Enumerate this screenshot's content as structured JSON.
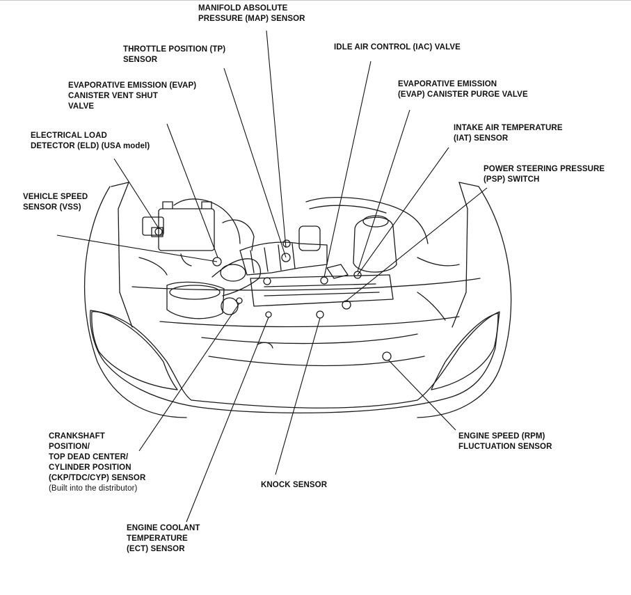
{
  "labels": {
    "map": [
      "MANIFOLD ABSOLUTE",
      "PRESSURE (MAP) SENSOR"
    ],
    "tp": [
      "THROTTLE POSITION (TP)",
      "SENSOR"
    ],
    "iac": [
      "IDLE AIR CONTROL (IAC) VALVE"
    ],
    "evap_vent": [
      "EVAPORATIVE EMISSION (EVAP)",
      "CANISTER VENT SHUT",
      "VALVE"
    ],
    "evap_purge": [
      "EVAPORATIVE EMISSION",
      "(EVAP) CANISTER PURGE VALVE"
    ],
    "eld": [
      "ELECTRICAL LOAD",
      "DETECTOR (ELD) (USA model)"
    ],
    "iat": [
      "INTAKE AIR TEMPERATURE",
      "(IAT) SENSOR"
    ],
    "psp": [
      "POWER STEERING PRESSURE",
      "(PSP) SWITCH"
    ],
    "vss": [
      "VEHICLE SPEED",
      "SENSOR (VSS)"
    ],
    "ckp": [
      "CRANKSHAFT",
      "POSITION/",
      "TOP DEAD CENTER/",
      "CYLINDER POSITION",
      "(CKP/TDC/CYP) SENSOR"
    ],
    "ckp_note": "(Built into the distributor)",
    "knock": [
      "KNOCK SENSOR"
    ],
    "rpm": [
      "ENGINE SPEED (RPM)",
      "FLUCTUATION SENSOR"
    ],
    "ect": [
      "ENGINE COOLANT",
      "TEMPERATURE",
      "(ECT) SENSOR"
    ]
  },
  "colors": {
    "ink": "#111111",
    "background": "#ffffff"
  }
}
